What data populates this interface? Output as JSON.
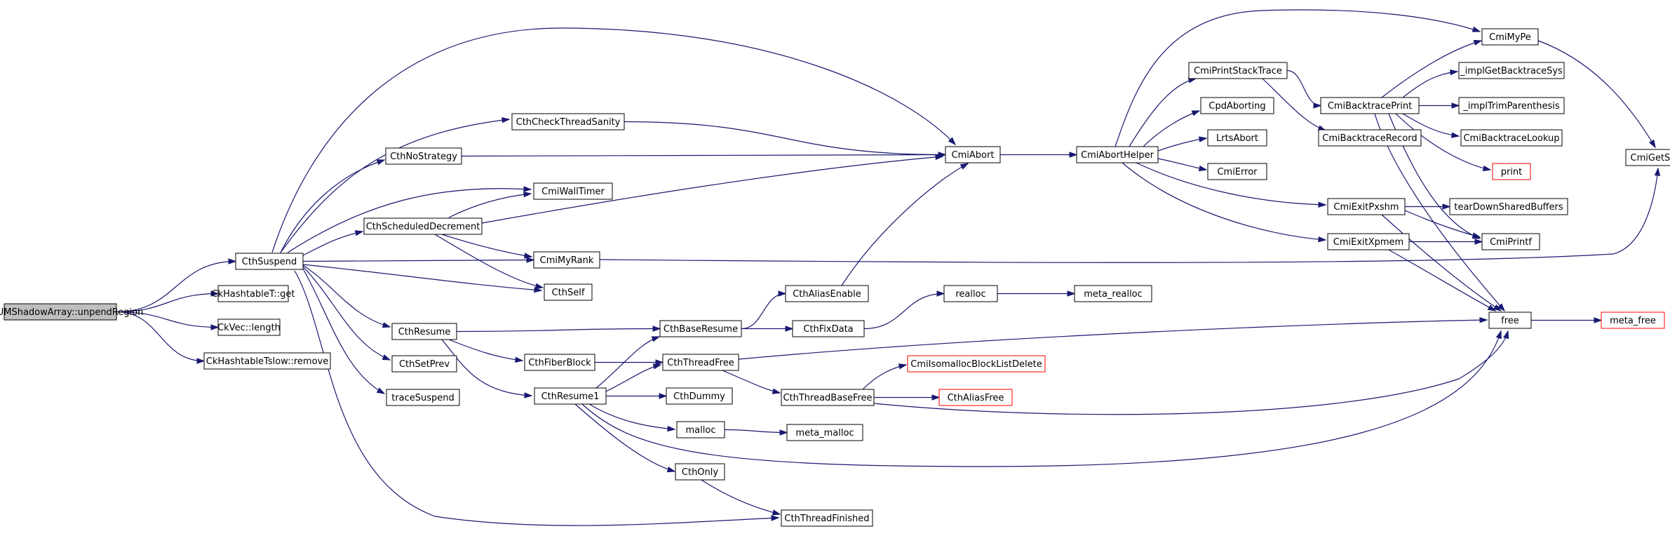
{
  "diagram": {
    "root": "ParFUMShadowArray::unpendRegion",
    "nodes": [
      {
        "id": "root",
        "label": "ParFUMShadowArray::unpendRegion",
        "style": "root"
      },
      {
        "id": "CthSuspend",
        "label": "CthSuspend"
      },
      {
        "id": "CkHashtableT_get",
        "label": "CkHashtableT::get"
      },
      {
        "id": "CkVec_length",
        "label": "CkVec::length"
      },
      {
        "id": "CkHashtableTslow_remove",
        "label": "CkHashtableTslow::remove"
      },
      {
        "id": "CthCheckThreadSanity",
        "label": "CthCheckThreadSanity"
      },
      {
        "id": "CthNoStrategy",
        "label": "CthNoStrategy"
      },
      {
        "id": "CmiWallTimer",
        "label": "CmiWallTimer"
      },
      {
        "id": "CthScheduledDecrement",
        "label": "CthScheduledDecrement"
      },
      {
        "id": "CmiMyRank",
        "label": "CmiMyRank"
      },
      {
        "id": "CthSelf",
        "label": "CthSelf"
      },
      {
        "id": "CthResume",
        "label": "CthResume"
      },
      {
        "id": "CthSetPrev",
        "label": "CthSetPrev"
      },
      {
        "id": "traceSuspend",
        "label": "traceSuspend"
      },
      {
        "id": "CthAbort",
        "label": "CmiAbort"
      },
      {
        "id": "CmiAbortHelper",
        "label": "CmiAbortHelper"
      },
      {
        "id": "CthBaseResume",
        "label": "CthBaseResume"
      },
      {
        "id": "CthFiberBlock",
        "label": "CthFiberBlock"
      },
      {
        "id": "CthResume1",
        "label": "CthResume1"
      },
      {
        "id": "CthThreadFree",
        "label": "CthThreadFree"
      },
      {
        "id": "CthDummy",
        "label": "CthDummy"
      },
      {
        "id": "malloc",
        "label": "malloc"
      },
      {
        "id": "CthOnly",
        "label": "CthOnly"
      },
      {
        "id": "CthThreadFinished",
        "label": "CthThreadFinished"
      },
      {
        "id": "CthAliasEnable",
        "label": "CthAliasEnable"
      },
      {
        "id": "CthFixData",
        "label": "CthFixData"
      },
      {
        "id": "CthThreadBaseFree",
        "label": "CthThreadBaseFree"
      },
      {
        "id": "meta_malloc",
        "label": "meta_malloc"
      },
      {
        "id": "realloc",
        "label": "realloc"
      },
      {
        "id": "meta_realloc",
        "label": "meta_realloc"
      },
      {
        "id": "CmiIsomallocBlockListDelete",
        "label": "CmiIsomallocBlockListDelete",
        "style": "trunc"
      },
      {
        "id": "CthAliasFree",
        "label": "CthAliasFree",
        "style": "trunc"
      },
      {
        "id": "CmiPrintStackTrace",
        "label": "CmiPrintStackTrace"
      },
      {
        "id": "CpdAborting",
        "label": "CpdAborting"
      },
      {
        "id": "LrtsAbort",
        "label": "LrtsAbort"
      },
      {
        "id": "CmiError",
        "label": "CmiError"
      },
      {
        "id": "CmiExitPxshm",
        "label": "CmiExitPxshm"
      },
      {
        "id": "CmiExitXpmem",
        "label": "CmiExitXpmem"
      },
      {
        "id": "CmiBacktracePrint",
        "label": "CmiBacktracePrint"
      },
      {
        "id": "CmiBacktraceRecord",
        "label": "CmiBacktraceRecord"
      },
      {
        "id": "CmiMyPe",
        "label": "CmiMyPe"
      },
      {
        "id": "implGetBacktraceSys",
        "label": "_implGetBacktraceSys"
      },
      {
        "id": "implTrimParenthesis",
        "label": "_implTrimParenthesis"
      },
      {
        "id": "CmiBacktraceLookup",
        "label": "CmiBacktraceLookup"
      },
      {
        "id": "print",
        "label": "print",
        "style": "trunc"
      },
      {
        "id": "tearDownSharedBuffers",
        "label": "tearDownSharedBuffers"
      },
      {
        "id": "CmiPrintf",
        "label": "CmiPrintf"
      },
      {
        "id": "free",
        "label": "free"
      },
      {
        "id": "meta_free",
        "label": "meta_free",
        "style": "trunc"
      },
      {
        "id": "CmiGetState",
        "label": "CmiGetState"
      }
    ],
    "edges": [
      [
        "root",
        "CthSuspend"
      ],
      [
        "root",
        "CkHashtableT_get"
      ],
      [
        "root",
        "CkVec_length"
      ],
      [
        "root",
        "CkHashtableTslow_remove"
      ],
      [
        "CthSuspend",
        "CthCheckThreadSanity"
      ],
      [
        "CthSuspend",
        "CthNoStrategy"
      ],
      [
        "CthSuspend",
        "CmiWallTimer"
      ],
      [
        "CthSuspend",
        "CthScheduledDecrement"
      ],
      [
        "CthSuspend",
        "CmiMyRank"
      ],
      [
        "CthSuspend",
        "CthSelf"
      ],
      [
        "CthSuspend",
        "CthResume"
      ],
      [
        "CthSuspend",
        "CthSetPrev"
      ],
      [
        "CthSuspend",
        "traceSuspend"
      ],
      [
        "CthSuspend",
        "CthAbort"
      ],
      [
        "CthSuspend",
        "CthThreadFinished"
      ],
      [
        "CthCheckThreadSanity",
        "CthAbort"
      ],
      [
        "CthNoStrategy",
        "CthAbort"
      ],
      [
        "CthScheduledDecrement",
        "CmiWallTimer"
      ],
      [
        "CthScheduledDecrement",
        "CthAbort"
      ],
      [
        "CthScheduledDecrement",
        "CmiMyRank"
      ],
      [
        "CthScheduledDecrement",
        "CthSelf"
      ],
      [
        "CmiMyRank",
        "CmiGetState"
      ],
      [
        "CthResume",
        "CthBaseResume"
      ],
      [
        "CthResume",
        "CthFiberBlock"
      ],
      [
        "CthResume",
        "CthResume1"
      ],
      [
        "CthFiberBlock",
        "CthThreadFree"
      ],
      [
        "CthResume1",
        "CthBaseResume"
      ],
      [
        "CthResume1",
        "CthThreadFree"
      ],
      [
        "CthResume1",
        "CthDummy"
      ],
      [
        "CthResume1",
        "malloc"
      ],
      [
        "CthResume1",
        "CthOnly"
      ],
      [
        "CthResume1",
        "free"
      ],
      [
        "CthOnly",
        "CthThreadFinished"
      ],
      [
        "CthBaseResume",
        "CthAliasEnable"
      ],
      [
        "CthBaseResume",
        "CthFixData"
      ],
      [
        "CthAliasEnable",
        "CthAbort"
      ],
      [
        "CthFixData",
        "realloc"
      ],
      [
        "realloc",
        "meta_realloc"
      ],
      [
        "CthThreadFree",
        "free"
      ],
      [
        "CthThreadFree",
        "CthThreadBaseFree"
      ],
      [
        "CthThreadBaseFree",
        "CmiIsomallocBlockListDelete"
      ],
      [
        "CthThreadBaseFree",
        "CthAliasFree"
      ],
      [
        "CthThreadBaseFree",
        "free"
      ],
      [
        "malloc",
        "meta_malloc"
      ],
      [
        "CthAbort",
        "CmiAbortHelper"
      ],
      [
        "CmiAbortHelper",
        "CmiPrintStackTrace"
      ],
      [
        "CmiAbortHelper",
        "CpdAborting"
      ],
      [
        "CmiAbortHelper",
        "LrtsAbort"
      ],
      [
        "CmiAbortHelper",
        "CmiError"
      ],
      [
        "CmiAbortHelper",
        "CmiExitPxshm"
      ],
      [
        "CmiAbortHelper",
        "CmiExitXpmem"
      ],
      [
        "CmiAbortHelper",
        "CmiMyPe"
      ],
      [
        "CmiPrintStackTrace",
        "CmiBacktracePrint"
      ],
      [
        "CmiPrintStackTrace",
        "CmiBacktraceRecord"
      ],
      [
        "CmiBacktracePrint",
        "CmiMyPe"
      ],
      [
        "CmiBacktracePrint",
        "implGetBacktraceSys"
      ],
      [
        "CmiBacktracePrint",
        "implTrimParenthesis"
      ],
      [
        "CmiBacktracePrint",
        "CmiBacktraceLookup"
      ],
      [
        "CmiBacktracePrint",
        "print"
      ],
      [
        "CmiBacktracePrint",
        "CmiPrintf"
      ],
      [
        "CmiBacktracePrint",
        "free"
      ],
      [
        "CmiMyPe",
        "CmiGetState"
      ],
      [
        "CmiExitPxshm",
        "tearDownSharedBuffers"
      ],
      [
        "CmiExitPxshm",
        "CmiPrintf"
      ],
      [
        "CmiExitPxshm",
        "free"
      ],
      [
        "CmiExitXpmem",
        "CmiPrintf"
      ],
      [
        "CmiExitXpmem",
        "free"
      ],
      [
        "free",
        "meta_free"
      ]
    ]
  }
}
